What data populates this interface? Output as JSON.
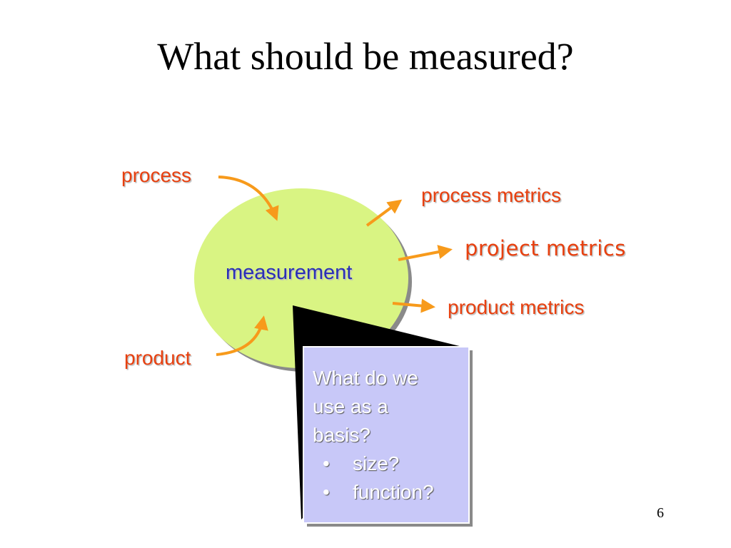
{
  "title": "What should be measured?",
  "center": {
    "label": "measurement"
  },
  "inputs": [
    {
      "label": "process"
    },
    {
      "label": "product"
    }
  ],
  "outputs": [
    {
      "label": "process metrics"
    },
    {
      "label": "project metrics"
    },
    {
      "label": "product metrics"
    }
  ],
  "callout": {
    "line1": "What do we",
    "line2": "use as a",
    "line3": "basis?",
    "bullets": [
      "size?",
      "function?"
    ]
  },
  "page_number": "6",
  "colors": {
    "ellipse": "#d9f483",
    "label_red": "#e8400f",
    "center_blue": "#2a2fb6",
    "arrow_orange": "#f79a1b",
    "callout_fill": "#c8c8f8"
  }
}
